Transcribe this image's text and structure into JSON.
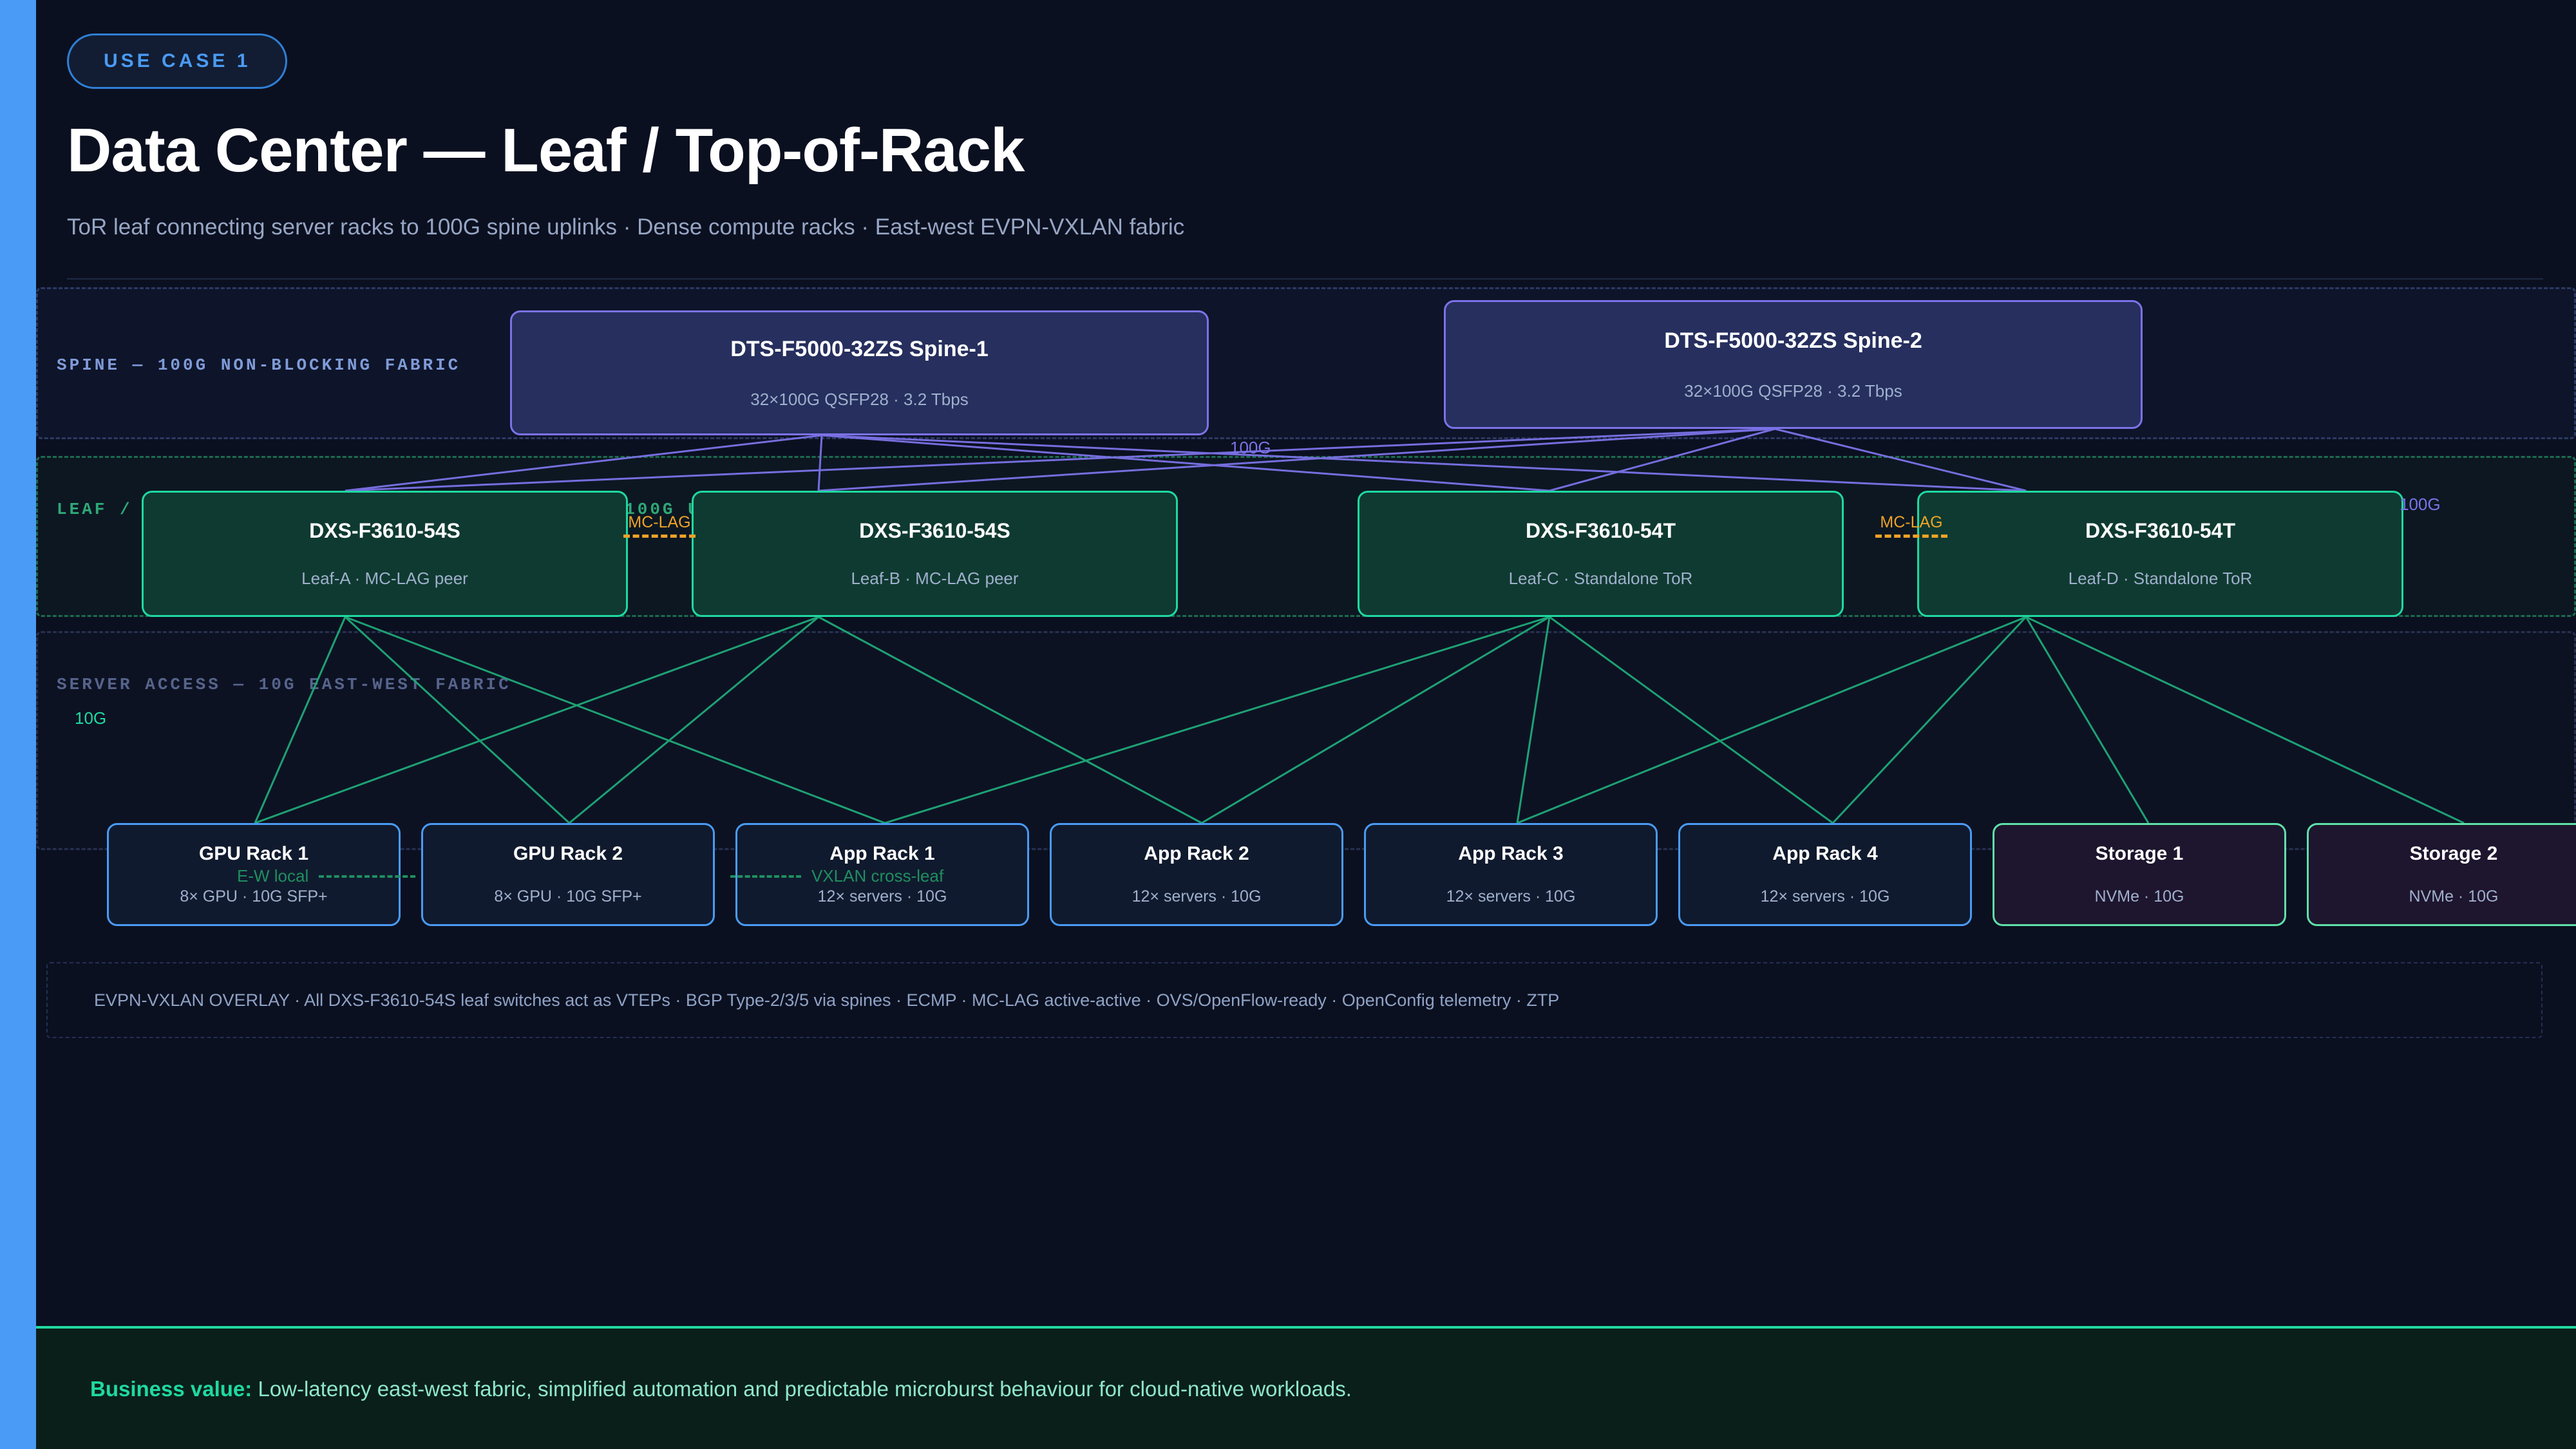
{
  "accent_color": "#4a9bf5",
  "header": {
    "badge": "USE CASE 1",
    "title": "Data Center — Leaf / Top-of-Rack",
    "subtitle": "ToR leaf connecting server racks to 100G spine uplinks · Dense compute racks · East-west EVPN-VXLAN fabric"
  },
  "bands": {
    "spine": {
      "label": "SPINE — 100G NON-BLOCKING FABRIC",
      "color": "#7f9bd8"
    },
    "leaf": {
      "label": "LEAF / ToR — DXS-F3610-54S — 48×10G SFP+ · 6×100G UPLINKS · VTEP",
      "color": "#2fa877"
    },
    "access": {
      "label": "SERVER ACCESS — 10G EAST-WEST FABRIC",
      "color": "#56648c"
    }
  },
  "spine_nodes": [
    {
      "title": "DTS-F5000-32ZS  Spine-1",
      "sub": "32×100G QSFP28 · 3.2 Tbps"
    },
    {
      "title": "DTS-F5000-32ZS  Spine-2",
      "sub": "32×100G QSFP28 · 3.2 Tbps"
    }
  ],
  "leaf_nodes": [
    {
      "title": "DXS-F3610-54S",
      "sub": "Leaf-A · MC-LAG peer"
    },
    {
      "title": "DXS-F3610-54S",
      "sub": "Leaf-B · MC-LAG peer"
    },
    {
      "title": "DXS-F3610-54T",
      "sub": "Leaf-C · Standalone ToR"
    },
    {
      "title": "DXS-F3610-54T",
      "sub": "Leaf-D · Standalone ToR"
    }
  ],
  "access_nodes": [
    {
      "title": "GPU Rack 1",
      "sub": "8× GPU · 10G SFP+",
      "kind": "rack"
    },
    {
      "title": "GPU Rack 2",
      "sub": "8× GPU · 10G SFP+",
      "kind": "rack"
    },
    {
      "title": "App Rack 1",
      "sub": "12× servers · 10G",
      "kind": "rack"
    },
    {
      "title": "App Rack 2",
      "sub": "12× servers · 10G",
      "kind": "rack"
    },
    {
      "title": "App Rack 3",
      "sub": "12× servers · 10G",
      "kind": "rack"
    },
    {
      "title": "App Rack 4",
      "sub": "12× servers · 10G",
      "kind": "rack"
    },
    {
      "title": "Storage 1",
      "sub": "NVMe · 10G",
      "kind": "storage"
    },
    {
      "title": "Storage 2",
      "sub": "NVMe · 10G",
      "kind": "storage"
    }
  ],
  "edge_labels": {
    "uplink_100g_center": "100G",
    "uplink_100g_right": "100G",
    "access_10g": "10G",
    "mclag_ab": "MC-LAG",
    "mclag_cd": "MC-LAG",
    "ew_local": "E-W local",
    "vxlan_cross_leaf": "VXLAN cross-leaf"
  },
  "footnote": "EVPN-VXLAN OVERLAY  ·  All DXS-F3610-54S leaf switches act as VTEPs  ·  BGP Type-2/3/5 via spines  ·  ECMP  ·  MC-LAG active-active  ·  OVS/OpenFlow-ready  ·  OpenConfig telemetry  ·  ZTP",
  "business_value": {
    "label": "Business value:",
    "text": " Low-latency east-west fabric, simplified automation and predictable microburst behaviour for cloud-native workloads."
  },
  "colors": {
    "spine_link": "#7c72e8",
    "leaf_link": "#1fa978",
    "mclag": "#eda227",
    "rack_border": "#4a9bf5",
    "storage_border": "#5fe0a8"
  }
}
